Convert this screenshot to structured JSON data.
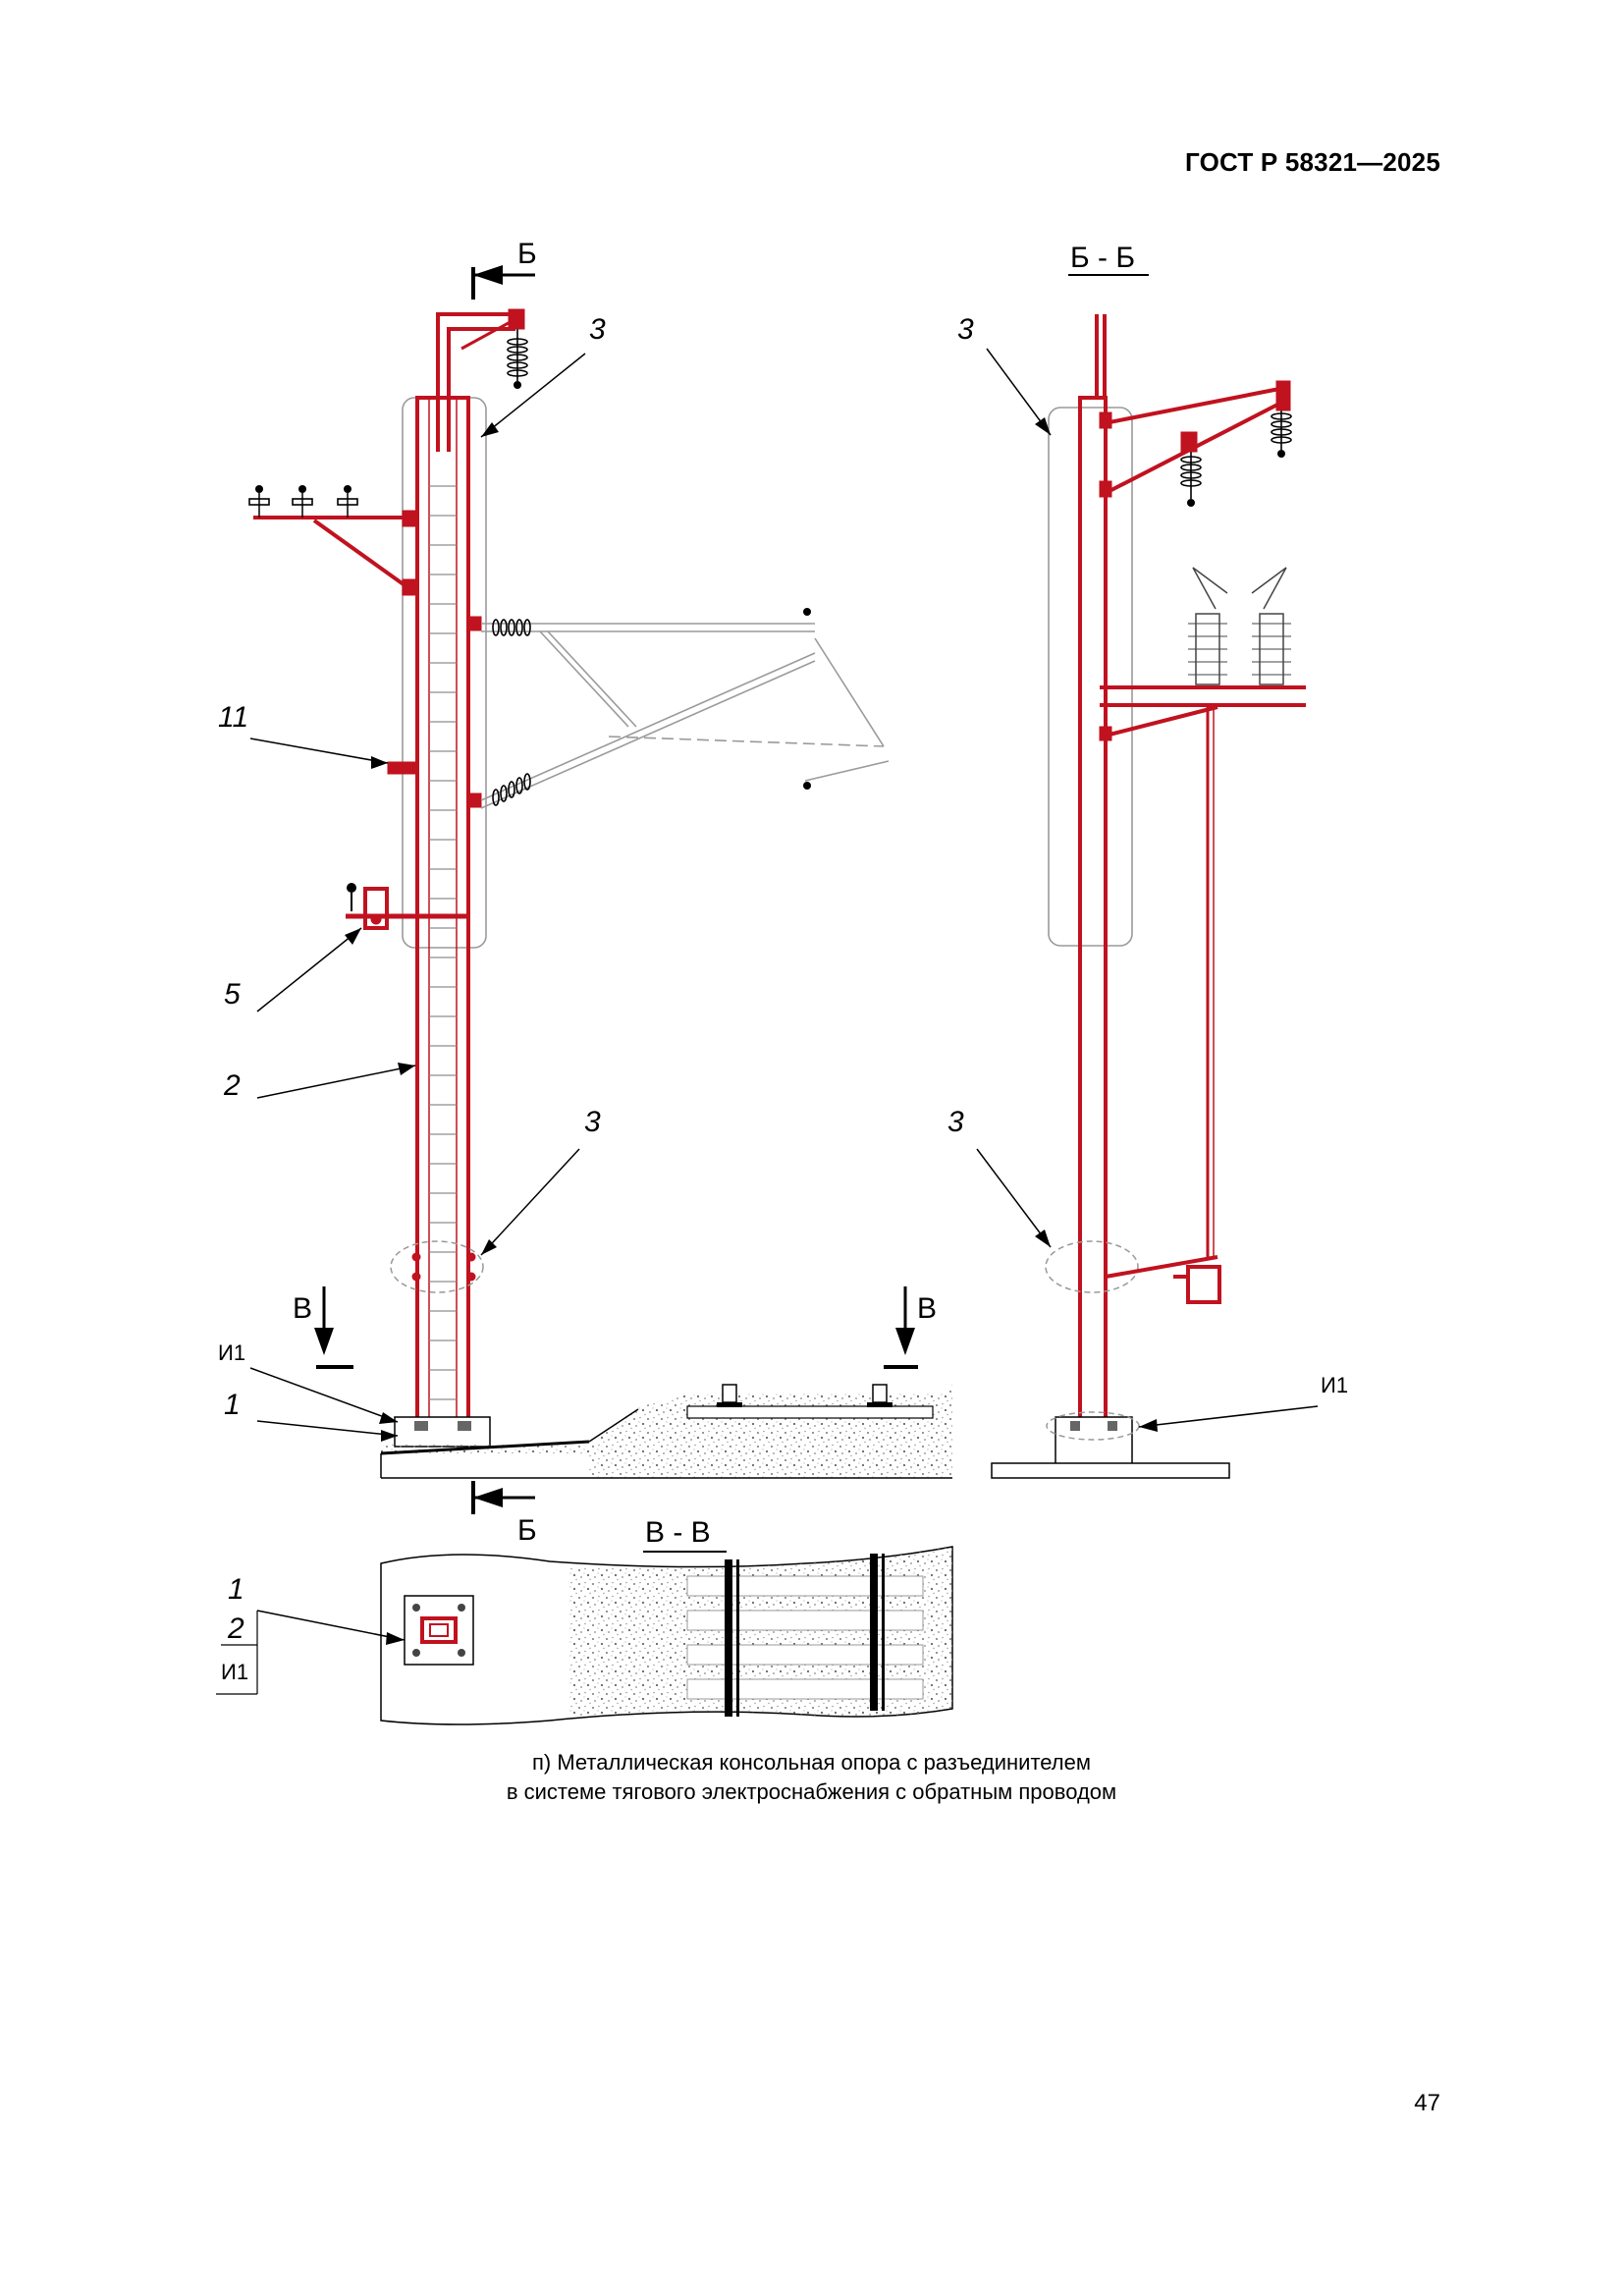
{
  "header": {
    "standard_code": "ГОСТ Р 58321—2025"
  },
  "footer": {
    "page_number": "47"
  },
  "caption": {
    "line1": "п) Металлическая консольная опора с разъединителем",
    "line2": "в системе тягового электроснабжения с обратным проводом"
  },
  "section_labels": {
    "cut_b": "Б",
    "cut_v": "В",
    "view_bb": "Б - Б",
    "view_vv": "В - В"
  },
  "callouts": {
    "n1": "1",
    "n2": "2",
    "n3": "3",
    "n5": "5",
    "n11": "11",
    "i1": "И1"
  },
  "colors": {
    "highlight": "#c1121f",
    "secondary_lines": "#9a9a9a",
    "ink": "#000000"
  }
}
